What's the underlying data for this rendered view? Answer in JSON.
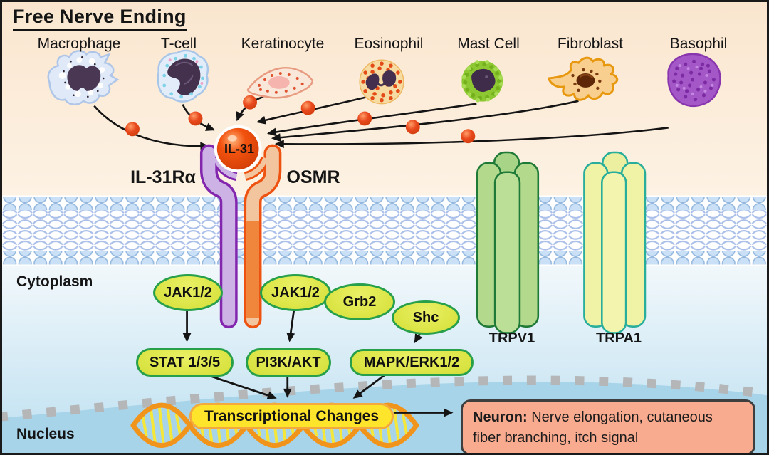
{
  "title": "Free Nerve Ending",
  "cells": [
    {
      "label": "Macrophage"
    },
    {
      "label": "T-cell"
    },
    {
      "label": "Keratinocyte"
    },
    {
      "label": "Eosinophil"
    },
    {
      "label": "Mast Cell"
    },
    {
      "label": "Fibroblast"
    },
    {
      "label": "Basophil"
    }
  ],
  "ligand": "IL-31",
  "receptors": {
    "il31ra": "IL-31Rα",
    "osmr": "OSMR"
  },
  "channels": {
    "trpv1": "TRPV1",
    "trpa1": "TRPA1"
  },
  "compartments": {
    "cytoplasm": "Cytoplasm",
    "nucleus": "Nucleus"
  },
  "signaling": {
    "jak_left": "JAK1/2",
    "jak_right": "JAK1/2",
    "grb2": "Grb2",
    "shc": "Shc",
    "stat": "STAT 1/3/5",
    "pi3k": "PI3K/AKT",
    "mapk": "MAPK/ERK1/2"
  },
  "transcription_label": "Transcriptional Changes",
  "outcome": {
    "prefix": "Neuron:",
    "rest": " Nerve elongation, cutaneous fiber branching, itch signal"
  },
  "colors": {
    "extracellular_bg": "#FBE9D5",
    "il31_orange": "#E8481C",
    "il31ra_purple": "#8B27B0",
    "osmr_orange": "#EE5210",
    "enzyme_green_border": "#28A04B",
    "enzyme_fill": "#DCE546",
    "trpv1_green": "#1F7A38",
    "trpa1_teal": "#28AE9B",
    "transcription_yellow": "#FFE42C",
    "neuron_salmon": "#F9AB90",
    "membrane_blue": "#A9BEE8",
    "dna_orange": "#F1941C",
    "dna_rung_yellow": "#F5E73A"
  }
}
